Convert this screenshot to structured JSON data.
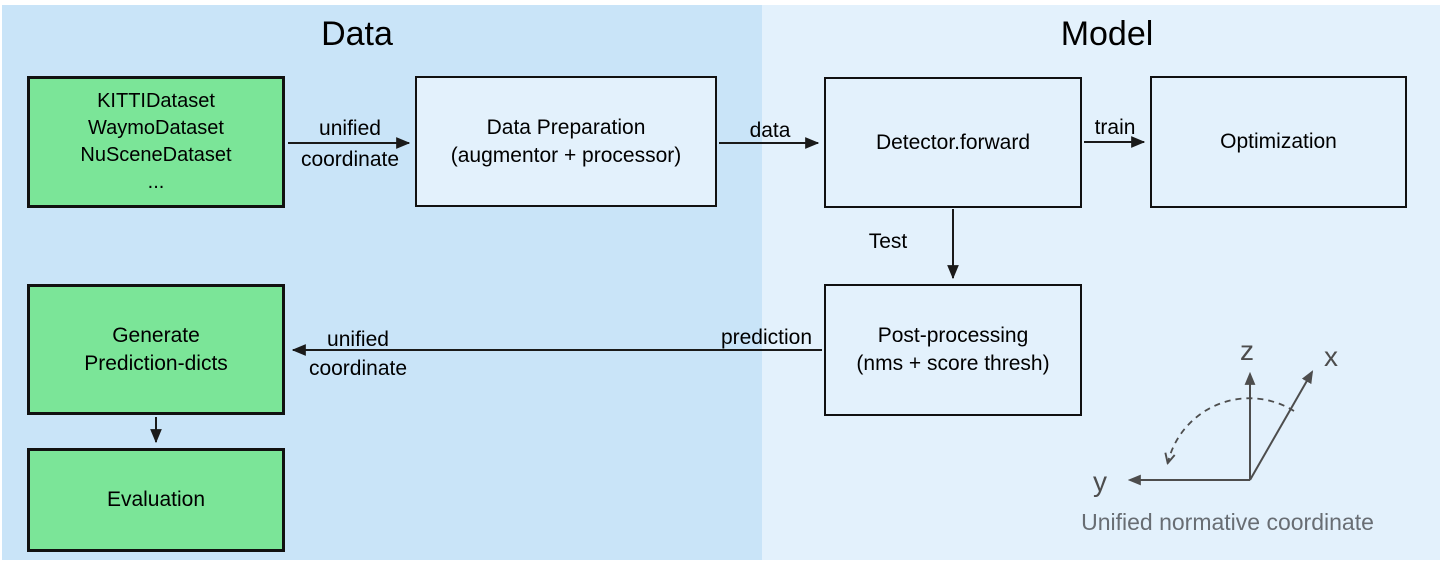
{
  "sections": {
    "data": "Data",
    "model": "Model"
  },
  "boxes": {
    "datasets": {
      "lines": [
        "KITTIDataset",
        "WaymoDataset",
        "NuSceneDataset",
        "..."
      ]
    },
    "data_preparation": {
      "lines": [
        "Data Preparation",
        "(augmentor + processor)"
      ]
    },
    "detector_forward": {
      "lines": [
        "Detector.forward"
      ]
    },
    "optimization": {
      "lines": [
        "Optimization"
      ]
    },
    "post_processing": {
      "lines": [
        "Post-processing",
        "(nms + score thresh)"
      ]
    },
    "generate_prediction_dicts": {
      "lines": [
        "Generate",
        "Prediction-dicts"
      ]
    },
    "evaluation": {
      "lines": [
        "Evaluation"
      ]
    }
  },
  "edge_labels": {
    "unified_top_line1": "unified",
    "unified_top_line2": "coordinate",
    "data": "data",
    "train": "train",
    "test": "Test",
    "prediction": "prediction",
    "unified_bottom_line1": "unified",
    "unified_bottom_line2": "coordinate"
  },
  "coordinate_axes": {
    "z": "z",
    "x": "x",
    "y": "y",
    "caption": "Unified normative coordinate"
  },
  "colors": {
    "data_region_bg": "#c9e4f8",
    "model_region_bg": "#e3f1fc",
    "process_box_fill": "#e3f1fc",
    "dataset_box_fill": "#7be598",
    "box_border": "#111111",
    "arrow": "#1a1a1a",
    "axes_gray": "#4d4d4d",
    "caption_gray": "#686d73"
  }
}
